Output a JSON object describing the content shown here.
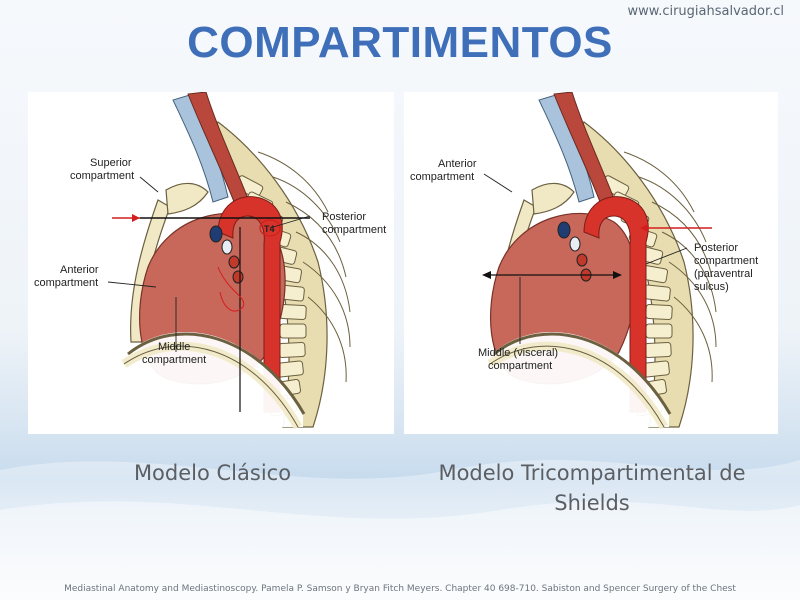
{
  "header": {
    "website": "www.cirugiahsalvador.cl",
    "title": "COMPARTIMENTOS"
  },
  "left_diagram": {
    "caption": "Modelo Clásico",
    "labels": {
      "superior_line1": "Superior",
      "superior_line2": "compartment",
      "posterior_line1": "Posterior",
      "posterior_line2": "compartment",
      "anterior_line1": "Anterior",
      "anterior_line2": "compartment",
      "middle_line1": "Middle",
      "middle_line2": "compartment",
      "vertebra_marker": "T4"
    }
  },
  "right_diagram": {
    "caption_line1": "Modelo Tricompartimental de",
    "caption_line2": "Shields",
    "labels": {
      "anterior_line1": "Anterior",
      "anterior_line2": "compartment",
      "posterior_line1": "Posterior",
      "posterior_line2": "compartment",
      "posterior_line3": "(paraventral",
      "posterior_line4": "sulcus)",
      "middle_line1": "Middle (visceral)",
      "middle_line2": "compartment"
    }
  },
  "footer": {
    "citation": "Mediastinal Anatomy and Mediastinoscopy. Pamela P. Samson y Bryan Fitch Meyers. Chapter 40  698-710. Sabiston and Spencer Surgery of the Chest"
  },
  "colors": {
    "title": "#3f6fb8",
    "aorta": "#d8332a",
    "heart": "#c8685a",
    "bone": "#f1e9c6",
    "muscle": "#b9473b",
    "arrow": "#d21e1e"
  }
}
